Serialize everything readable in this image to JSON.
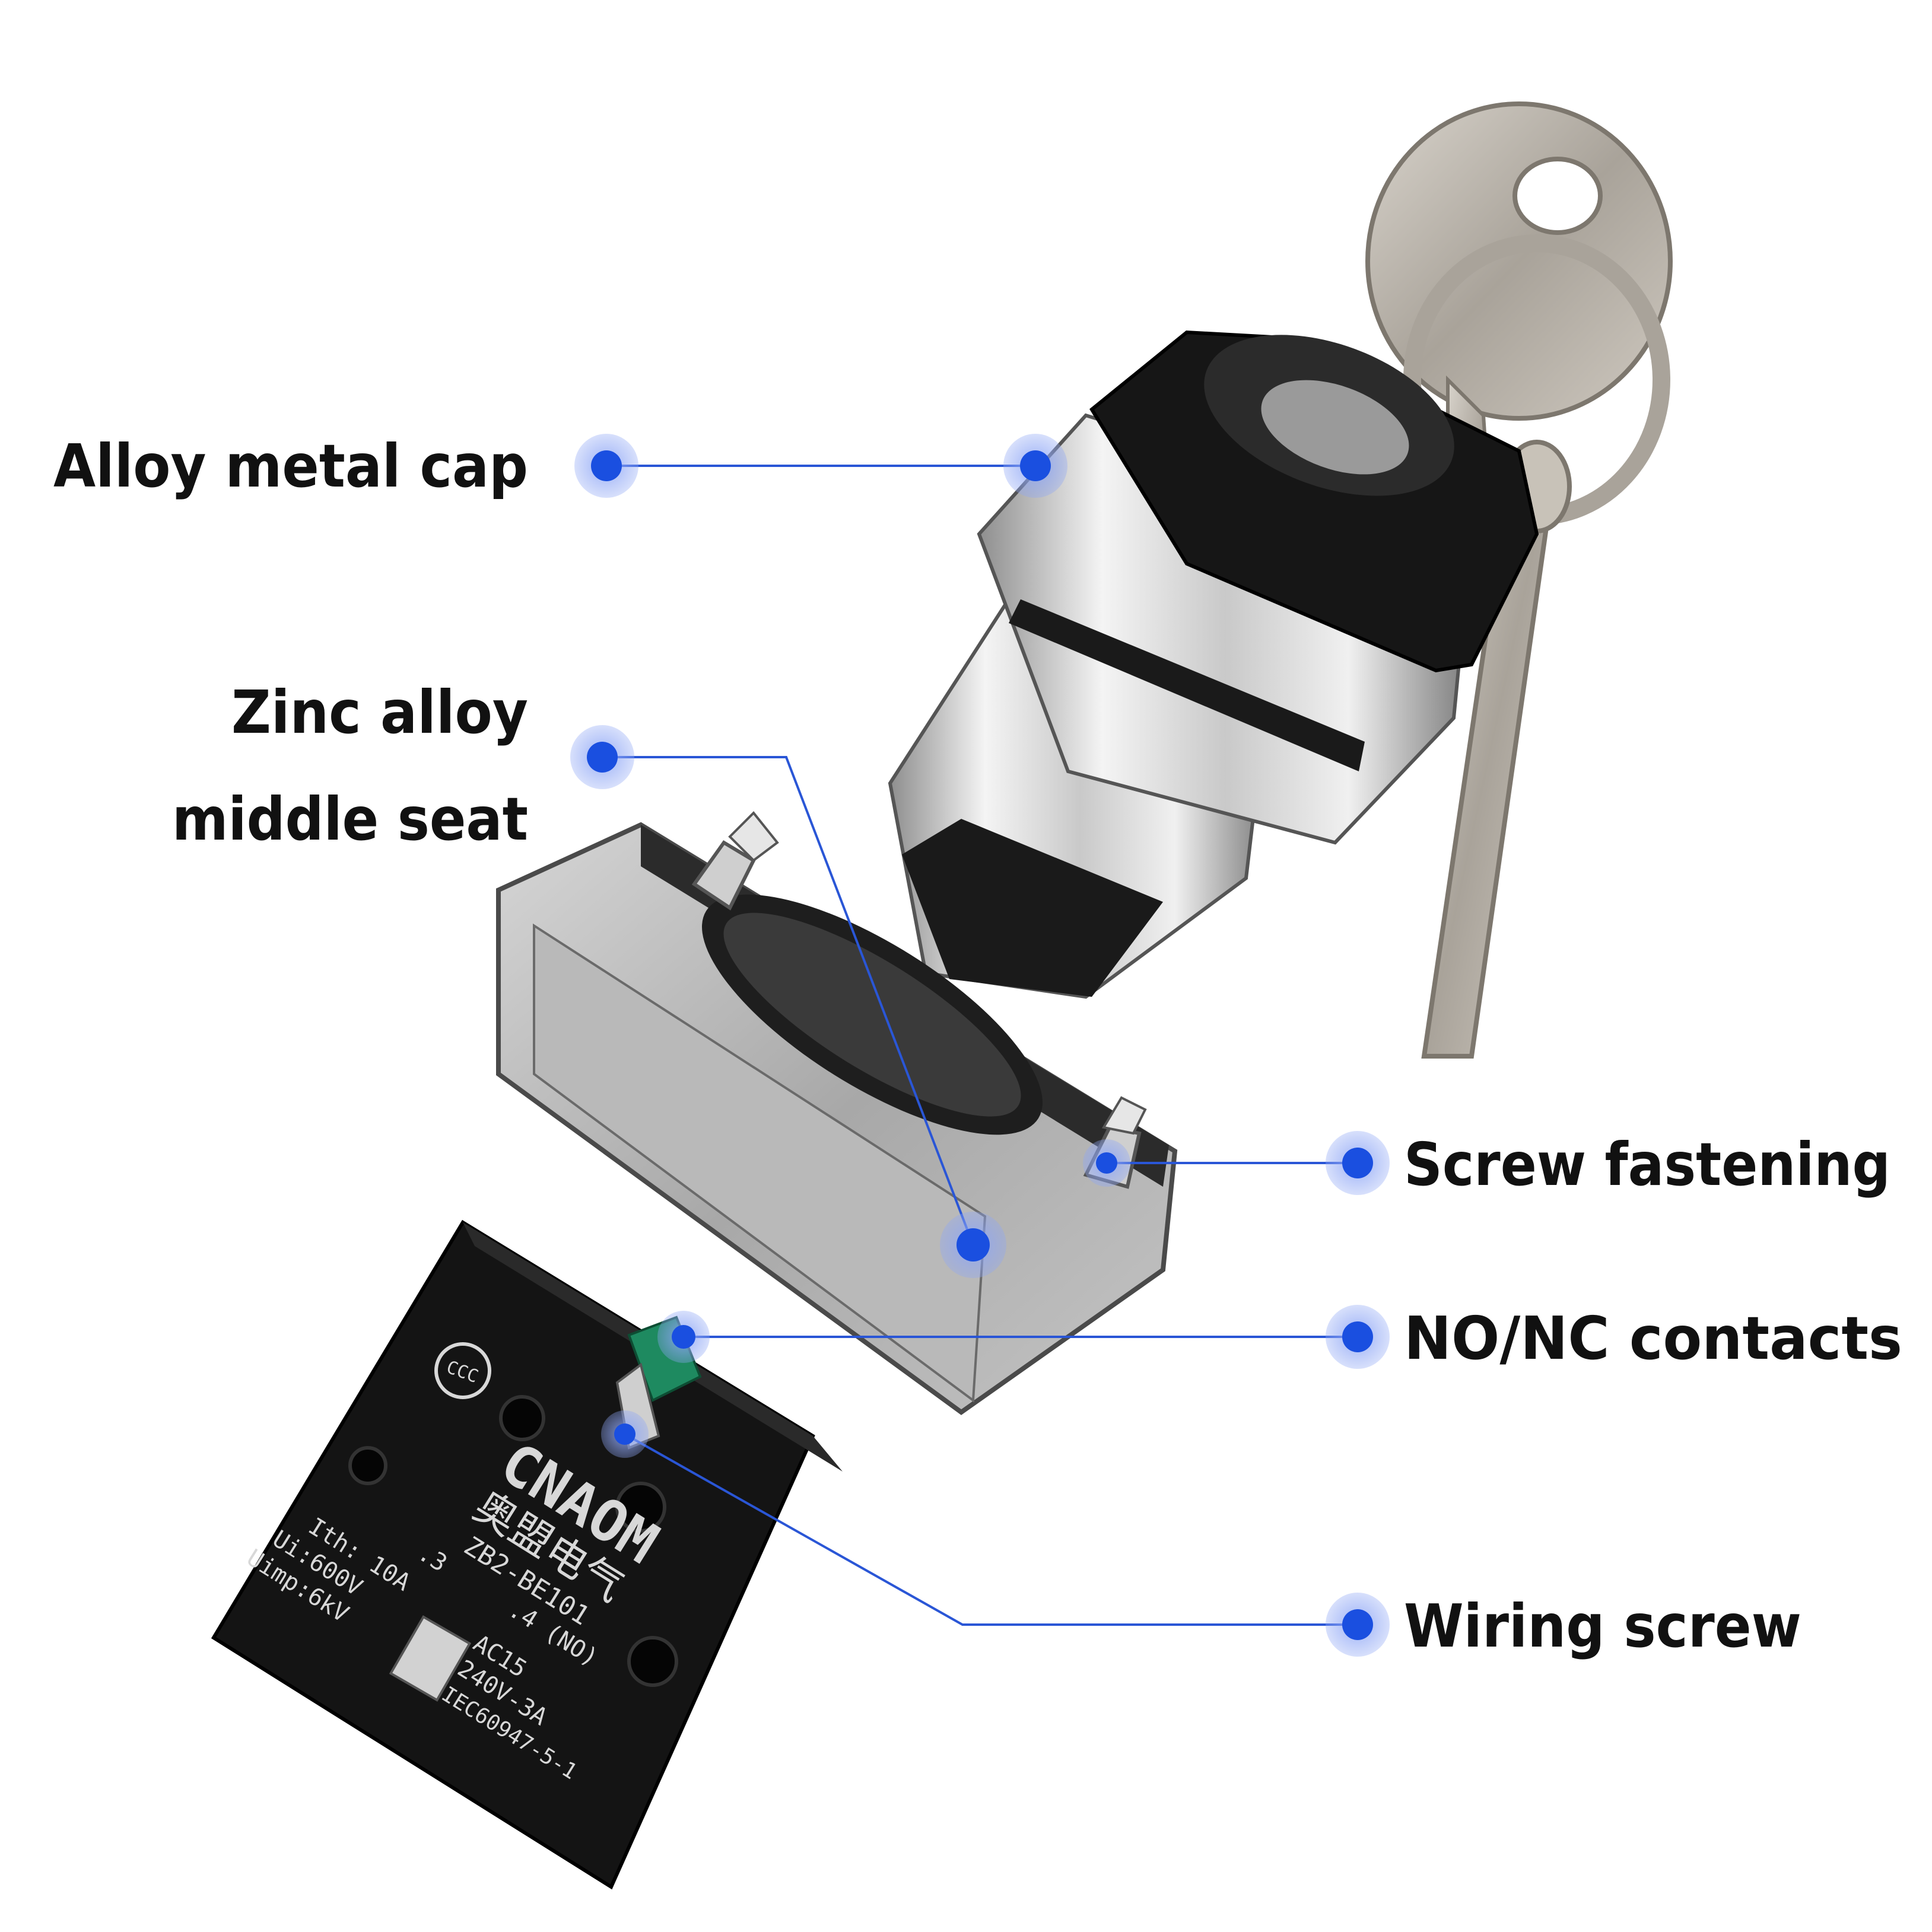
{
  "labels": {
    "alloy_metal_cap": "Alloy metal cap",
    "zinc_alloy_line1": "Zinc alloy",
    "zinc_alloy_line2": "middle seat",
    "screw_fastening": "Screw fastening",
    "no_nc_contacts": "NO/NC contacts",
    "wiring_screw": "Wiring screw"
  },
  "contact_block": {
    "brand": "CNAOM",
    "brand_cn": "奥盟电气",
    "certification": "CCC",
    "model": "ZB2-BE101",
    "terminal_3": ".3",
    "terminal_4": ".4 (NO)",
    "ith": "Ith: 10A",
    "ui": "Ui:600V",
    "uimp": "Uimp:6kV",
    "ac15": "AC15",
    "rating": "240V-3A",
    "standard": "IEC60947-5-1"
  },
  "colors": {
    "marker": "#1a4fe0",
    "marker_halo": "#8ea6f5",
    "leader_line": "#2a56d6"
  }
}
